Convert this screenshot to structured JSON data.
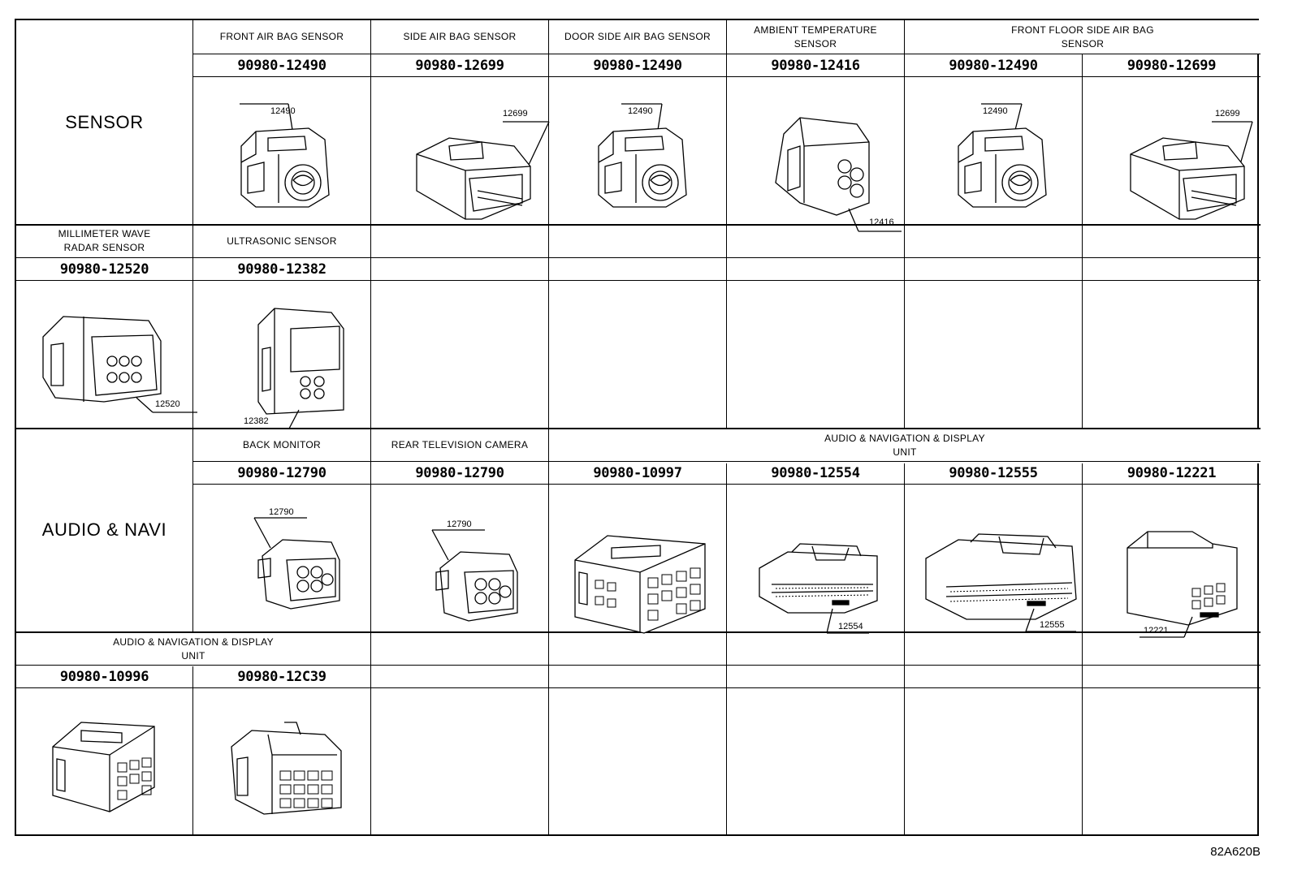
{
  "sections": {
    "sensor": "SENSOR",
    "audio_navi": "AUDIO & NAVI"
  },
  "row1": {
    "labels": [
      "FRONT AIR BAG SENSOR",
      "SIDE AIR BAG SENSOR",
      "DOOR SIDE AIR BAG SENSOR",
      "AMBIENT TEMPERATURE\nSENSOR",
      "FRONT FLOOR SIDE AIR BAG\nSENSOR"
    ],
    "parts": [
      "90980-12490",
      "90980-12699",
      "90980-12490",
      "90980-12416",
      "90980-12490",
      "90980-12699"
    ],
    "callouts": [
      "12490",
      "12699",
      "12490",
      "12416",
      "12490",
      "12699"
    ]
  },
  "row2": {
    "labels": [
      "MILLIMETER WAVE\nRADAR SENSOR",
      "ULTRASONIC SENSOR"
    ],
    "parts": [
      "90980-12520",
      "90980-12382"
    ],
    "callouts": [
      "12520",
      "12382"
    ]
  },
  "row3": {
    "labels": [
      "BACK MONITOR",
      "REAR TELEVISION CAMERA",
      "AUDIO & NAVIGATION & DISPLAY\nUNIT"
    ],
    "parts": [
      "90980-12790",
      "90980-12790",
      "90980-10997",
      "90980-12554",
      "90980-12555",
      "90980-12221"
    ],
    "callouts": [
      "12790",
      "12790",
      "12554",
      "12555",
      "12221"
    ]
  },
  "row4": {
    "labels": [
      "AUDIO & NAVIGATION & DISPLAY\nUNIT"
    ],
    "parts": [
      "90980-10996",
      "90980-12C39"
    ]
  },
  "diagram_code": "82A620B"
}
